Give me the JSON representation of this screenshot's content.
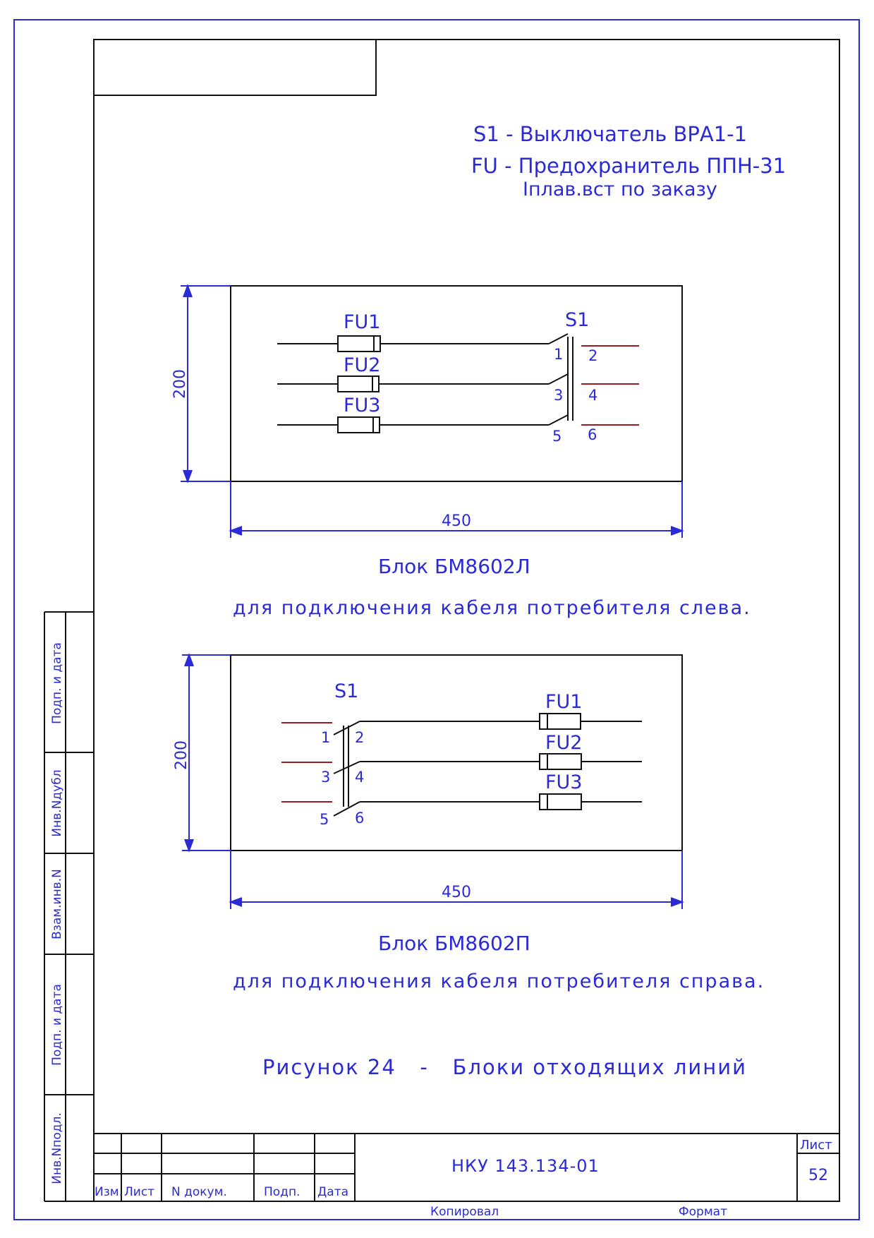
{
  "legend": {
    "s1": "S1 - Выключатель ВРА1-1",
    "fu": "FU - Предохранитель ППН-31",
    "fu2": "Iплав.вст по заказу"
  },
  "blocks": [
    {
      "height_dim": "200",
      "width_dim": "450",
      "switch_label": "S1",
      "fuses": [
        "FU1",
        "FU2",
        "FU3"
      ],
      "terminals": [
        "1",
        "2",
        "3",
        "4",
        "5",
        "6"
      ],
      "title": "Блок БМ8602Л",
      "caption": "для подключения кабеля потребителя слева."
    },
    {
      "height_dim": "200",
      "width_dim": "450",
      "switch_label": "S1",
      "fuses": [
        "FU1",
        "FU2",
        "FU3"
      ],
      "terminals": [
        "1",
        "2",
        "3",
        "4",
        "5",
        "6"
      ],
      "title": "Блок БМ8602П",
      "caption": "для подключения кабеля потребителя справа."
    }
  ],
  "figure_caption": "Рисунок 24   -   Блоки отходящих линий",
  "stamp": {
    "side_labels": [
      "Подп. и дата",
      "Инв.Nдубл",
      "Взам.инв.N",
      "Подп. и дата",
      "Инв.Nподл."
    ],
    "col_izm": "Изм.",
    "col_list": "Лист",
    "col_ndoc": "N докум.",
    "col_podp": "Подп.",
    "col_data": "Дата",
    "doc_code": "НКУ 143.134-01",
    "sheet_label": "Лист",
    "sheet_no": "52",
    "copied": "Копировал",
    "format": "Формат"
  },
  "colors": {
    "frame": "#2a2ad6",
    "wire": "#111111",
    "cable": "#9b1c1c"
  }
}
